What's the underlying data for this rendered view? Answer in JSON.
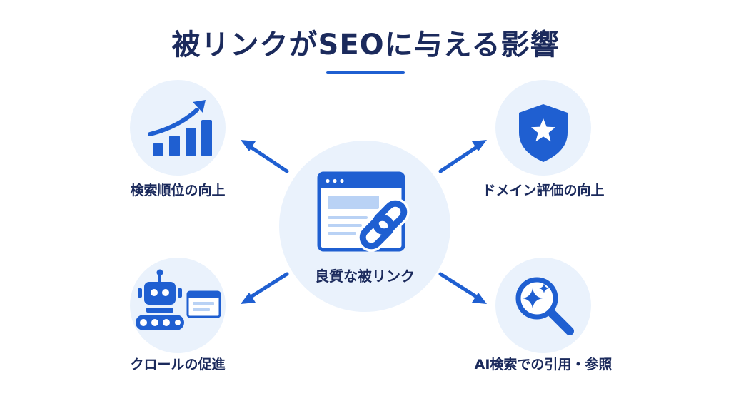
{
  "title": "被リンクがSEOに与える影響",
  "center": {
    "label": "良質な被リンク",
    "icon": "webpage-link-icon"
  },
  "effects": [
    {
      "label": "検索順位の向上",
      "icon": "rising-bar-chart-icon"
    },
    {
      "label": "ドメイン評価の向上",
      "icon": "shield-star-icon"
    },
    {
      "label": "クロールの促進",
      "icon": "robot-crawler-icon"
    },
    {
      "label": "AI検索での引用・参照",
      "icon": "search-sparkle-icon"
    }
  ],
  "colors": {
    "primary": "#1f5fd1",
    "light_fill": "#eaf2fc",
    "pale_blue": "#b9d2f5",
    "heading": "#1b2a5c"
  }
}
